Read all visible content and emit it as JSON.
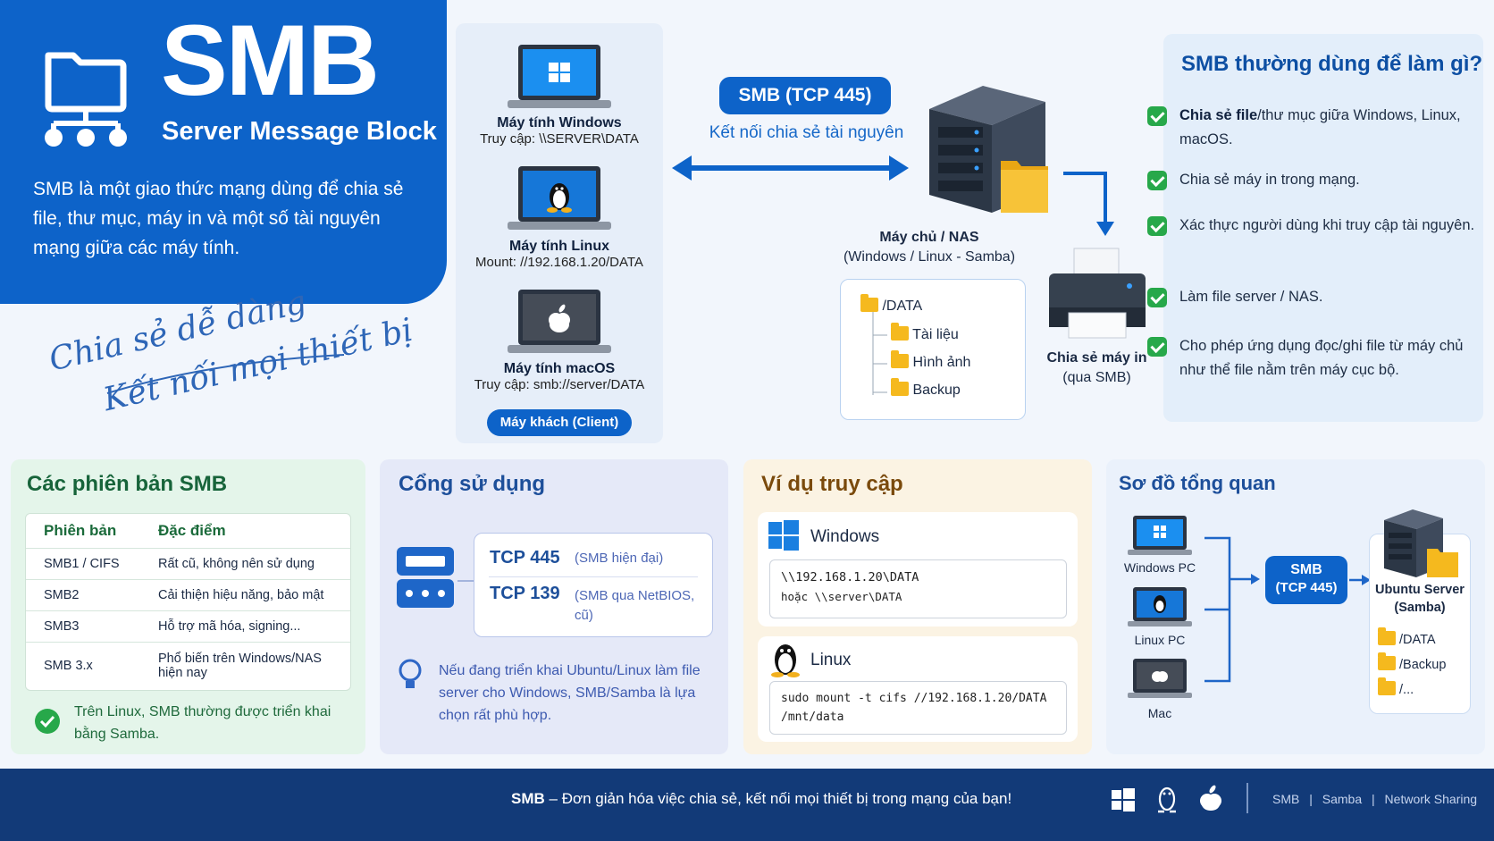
{
  "hero": {
    "title": "SMB",
    "subtitle": "Server Message Block",
    "description": "SMB là một giao thức mạng dùng để chia sẻ file, thư mục, máy in và một số tài nguyên mạng giữa các máy tính.",
    "script_line1": "Chia sẻ dễ dàng",
    "script_line2": "Kết nối mọi thiết bị"
  },
  "clients": {
    "items": [
      {
        "title": "Máy tính Windows",
        "detail": "Truy cập: \\\\SERVER\\DATA",
        "icon": "windows-logo-icon"
      },
      {
        "title": "Máy tính Linux",
        "detail": "Mount: //192.168.1.20/DATA",
        "icon": "linux-penguin-icon"
      },
      {
        "title": "Máy tính macOS",
        "detail": "Truy cập: smb://server/DATA",
        "icon": "apple-logo-icon"
      }
    ],
    "badge": "Máy khách (Client)"
  },
  "connection": {
    "pill": "SMB (TCP 445)",
    "caption": "Kết nối chia sẻ tài nguyên"
  },
  "server": {
    "title": "Máy chủ / NAS",
    "subtitle": "(Windows / Linux - Samba)",
    "tree": [
      "/DATA",
      "Tài liệu",
      "Hình ảnh",
      "Backup"
    ]
  },
  "printer": {
    "title": "Chia sẻ máy in",
    "subtitle": "(qua SMB)"
  },
  "uses": {
    "title": "SMB thường dùng để làm gì?",
    "items": [
      {
        "bold": "Chia sẻ file",
        "text": "/thư mục giữa Windows, Linux, macOS."
      },
      {
        "bold": "",
        "text": "Chia sẻ máy in trong mạng."
      },
      {
        "bold": "",
        "text": "Xác thực người dùng khi truy cập tài nguyên."
      },
      {
        "bold": "",
        "text": "Làm file server / NAS."
      },
      {
        "bold": "",
        "text": "Cho phép ứng dụng đọc/ghi file từ máy chủ như thể file nằm trên máy cục bộ."
      }
    ]
  },
  "versions": {
    "title": "Các phiên bản SMB",
    "headers": [
      "Phiên bản",
      "Đặc điểm"
    ],
    "rows": [
      [
        "SMB1 / CIFS",
        "Rất cũ, không nên sử dụng"
      ],
      [
        "SMB2",
        "Cải thiện hiệu năng, bảo mật"
      ],
      [
        "SMB3",
        "Hỗ trợ mã hóa, signing..."
      ],
      [
        "SMB 3.x",
        "Phổ biến trên Windows/NAS hiện nay"
      ]
    ],
    "note": "Trên Linux, SMB thường được triển khai bằng Samba."
  },
  "ports": {
    "title": "Cổng sử dụng",
    "items": [
      {
        "port": "TCP 445",
        "desc": "(SMB hiện đại)"
      },
      {
        "port": "TCP 139",
        "desc": "(SMB qua NetBIOS, cũ)"
      }
    ],
    "tip": "Nếu đang triển khai Ubuntu/Linux làm file server cho Windows, SMB/Samba là lựa chọn rất phù hợp."
  },
  "examples": {
    "title": "Ví dụ truy cập",
    "windows": {
      "label": "Windows",
      "line1": "\\\\192.168.1.20\\DATA",
      "line2": "hoặc \\\\server\\DATA"
    },
    "linux": {
      "label": "Linux",
      "line1": "sudo mount -t cifs //192.168.1.20/DATA",
      "line2": "/mnt/data"
    }
  },
  "overview": {
    "title": "Sơ đồ tổng quan",
    "clients": [
      "Windows PC",
      "Linux PC",
      "Mac"
    ],
    "pill_line1": "SMB",
    "pill_line2": "(TCP 445)",
    "server_line1": "Ubuntu Server",
    "server_line2": "(Samba)",
    "folders": [
      "/DATA",
      "/Backup",
      "/..."
    ]
  },
  "footer": {
    "brand": "SMB",
    "text": "– Đơn giản hóa việc chia sẻ, kết nối mọi thiết bị trong mạng của bạn!",
    "tags": [
      "SMB",
      "Samba",
      "Network Sharing"
    ]
  },
  "colors": {
    "primary": "#0d63c9",
    "footer": "#123a78",
    "green": "#27a84a",
    "folder": "#f5b91e"
  }
}
